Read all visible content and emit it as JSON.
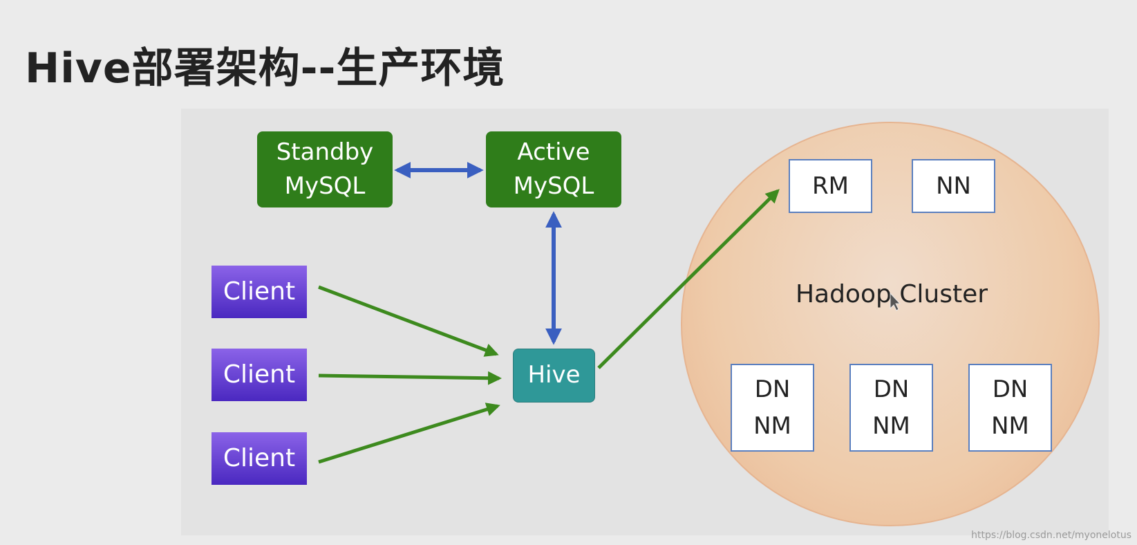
{
  "title": "Hive部署架构--生产环境",
  "mysql": {
    "standby": [
      "Standby",
      "MySQL"
    ],
    "active": [
      "Active",
      "MySQL"
    ]
  },
  "clients": [
    "Client",
    "Client",
    "Client"
  ],
  "hive": "Hive",
  "cluster": {
    "label": "Hadoop Cluster",
    "rm": "RM",
    "nn": "NN",
    "workers": [
      [
        "DN",
        "NM"
      ],
      [
        "DN",
        "NM"
      ],
      [
        "DN",
        "NM"
      ]
    ]
  },
  "watermark": "https://blog.csdn.net/myonelotus",
  "colors": {
    "mysql_green": "#2f7d1a",
    "client_purple": "#5a34cc",
    "hive_teal": "#2f9898",
    "arrow_blue": "#3a5fc0",
    "arrow_green": "#3d8a1e",
    "cluster_fill": "#eecbaa"
  }
}
